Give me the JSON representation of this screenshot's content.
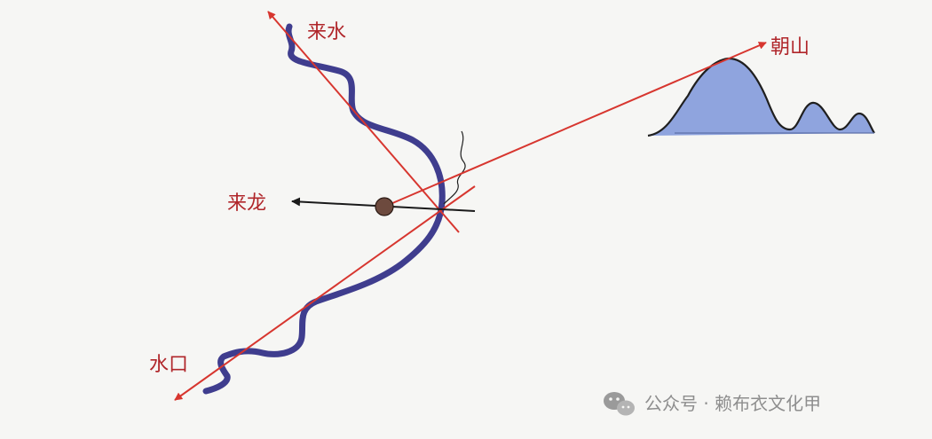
{
  "labels": {
    "incoming_water": "来水",
    "facing_mountain": "朝山",
    "incoming_dragon": "来龙",
    "water_outlet": "水口"
  },
  "watermark": {
    "icon": "wechat-icon",
    "text": "公众号 · 赖布衣文化甲"
  },
  "colors": {
    "axis_line": "#d7362f",
    "label_text": "#b0262a",
    "river": "#3f3d8e",
    "mountain_fill": "#8fa4de",
    "site_marker": "#6d4a3e",
    "dragon_arrow": "#1a1a1a"
  }
}
